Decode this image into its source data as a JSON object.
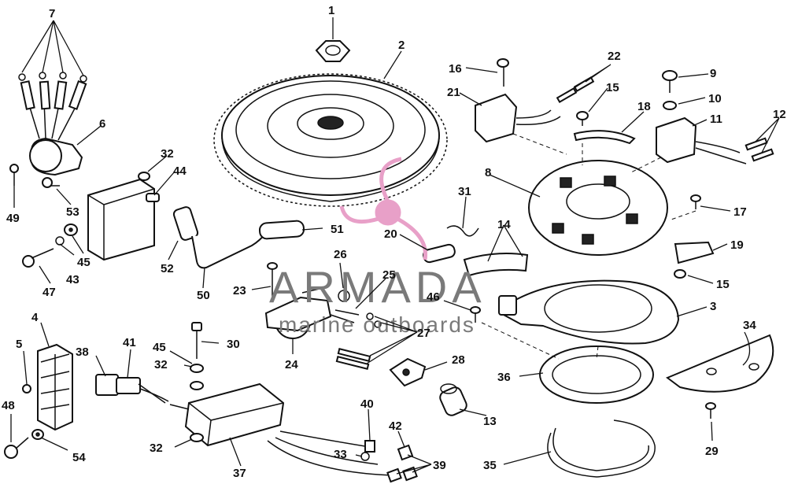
{
  "watermark": {
    "brand": "ARMADA",
    "tagline": "marine outboards",
    "colors": {
      "logo": "#e8a0c8",
      "text": "#7a7a7a"
    }
  },
  "callouts": [
    {
      "label": "1",
      "part": "flywheel-nut"
    },
    {
      "label": "2",
      "part": "flywheel"
    },
    {
      "label": "3",
      "part": "timer-base-plate"
    },
    {
      "label": "4",
      "part": "terminal-block"
    },
    {
      "label": "5",
      "part": "screw"
    },
    {
      "label": "6",
      "part": "rectifier"
    },
    {
      "label": "7",
      "part": "rectifier-leads"
    },
    {
      "label": "8",
      "part": "stator-assembly"
    },
    {
      "label": "9",
      "part": "screw"
    },
    {
      "label": "10",
      "part": "washer"
    },
    {
      "label": "11",
      "part": "sensor-coil"
    },
    {
      "label": "12",
      "part": "connectors"
    },
    {
      "label": "13",
      "part": "bushing"
    },
    {
      "label": "14",
      "part": "sleeve"
    },
    {
      "label": "15",
      "part": "screw"
    },
    {
      "label": "15",
      "part": "screw"
    },
    {
      "label": "16",
      "part": "screw"
    },
    {
      "label": "17",
      "part": "screw"
    },
    {
      "label": "18",
      "part": "retainer"
    },
    {
      "label": "19",
      "part": "clip"
    },
    {
      "label": "20",
      "part": "connector"
    },
    {
      "label": "21",
      "part": "sensor-coil"
    },
    {
      "label": "22",
      "part": "connectors"
    },
    {
      "label": "23",
      "part": "screw"
    },
    {
      "label": "24",
      "part": "ignition-coil"
    },
    {
      "label": "25",
      "part": "terminal"
    },
    {
      "label": "26",
      "part": "clamp"
    },
    {
      "label": "27",
      "part": "terminals"
    },
    {
      "label": "28",
      "part": "retainer"
    },
    {
      "label": "29",
      "part": "screw"
    },
    {
      "label": "30",
      "part": "screw"
    },
    {
      "label": "31",
      "part": "spring-clip"
    },
    {
      "label": "32",
      "part": "washer"
    },
    {
      "label": "32",
      "part": "washer"
    },
    {
      "label": "32",
      "part": "washer"
    },
    {
      "label": "33",
      "part": "lockwasher"
    },
    {
      "label": "34",
      "part": "throttle-cam"
    },
    {
      "label": "35",
      "part": "retaining-ring"
    },
    {
      "label": "36",
      "part": "support-ring"
    },
    {
      "label": "37",
      "part": "power-pack"
    },
    {
      "label": "38",
      "part": "connector"
    },
    {
      "label": "39",
      "part": "terminals"
    },
    {
      "label": "40",
      "part": "ground-strap"
    },
    {
      "label": "41",
      "part": "wire-harness"
    },
    {
      "label": "42",
      "part": "terminal"
    },
    {
      "label": "43",
      "part": "lockwasher"
    },
    {
      "label": "44",
      "part": "ignition-coil"
    },
    {
      "label": "45",
      "part": "washer"
    },
    {
      "label": "45",
      "part": "washer"
    },
    {
      "label": "46",
      "part": "screw"
    },
    {
      "label": "47",
      "part": "screw"
    },
    {
      "label": "48",
      "part": "screw"
    },
    {
      "label": "49",
      "part": "screw"
    },
    {
      "label": "50",
      "part": "high-tension-lead"
    },
    {
      "label": "51",
      "part": "spark-plug-boot"
    },
    {
      "label": "52",
      "part": "coil-boot"
    },
    {
      "label": "53",
      "part": "screw"
    },
    {
      "label": "54",
      "part": "washer"
    }
  ]
}
